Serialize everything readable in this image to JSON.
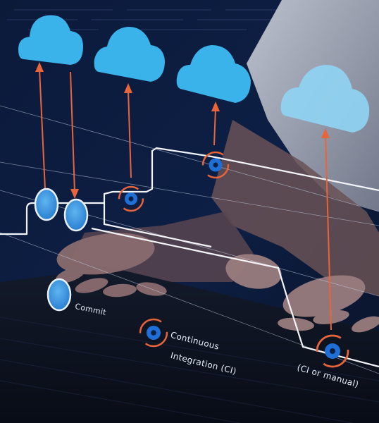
{
  "labels": {
    "commit": "Commit",
    "ci_line1": "Continuous",
    "ci_line2": "Integration  (CI)",
    "manual": "(CI or manual)"
  },
  "colors": {
    "cloud": "#3ab2ea",
    "cloud_faded": "#8fd2f2",
    "arrow": "#e8643a",
    "node": "#2f8fdc",
    "gear": "#1f6fd6",
    "line": "#f2f4f8"
  }
}
